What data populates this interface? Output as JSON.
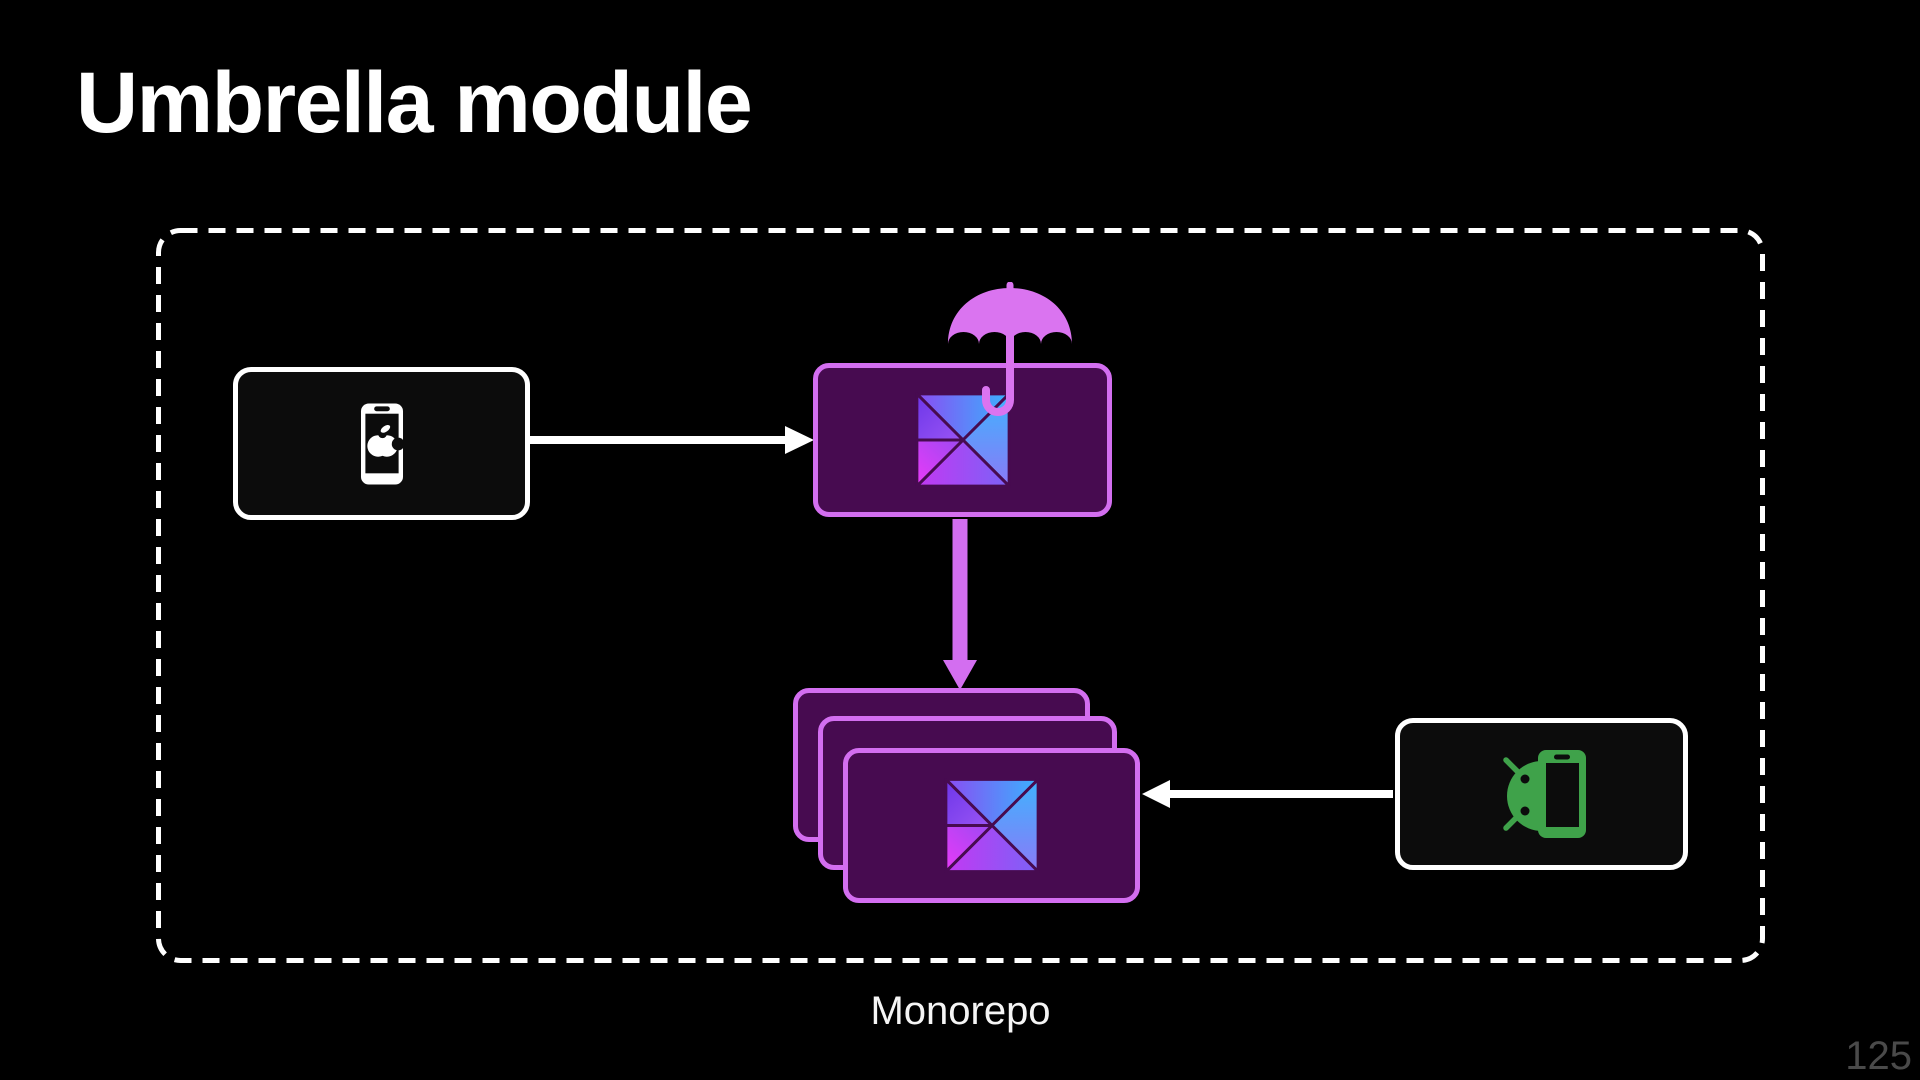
{
  "slide": {
    "title": "Umbrella module",
    "page_number": "125"
  },
  "diagram": {
    "boundary_label": "Monorepo",
    "nodes": [
      {
        "id": "ios-app",
        "type": "device",
        "icon": "apple-iphone-icon"
      },
      {
        "id": "umbrella-module",
        "type": "module",
        "icon": "kotlin-logo-icon",
        "decoration": "umbrella-icon"
      },
      {
        "id": "module-stack",
        "type": "module-stack",
        "icon": "kotlin-logo-icon",
        "stack_count": 3
      },
      {
        "id": "android-app",
        "type": "device",
        "icon": "android-phone-icon"
      }
    ],
    "edges": [
      {
        "from": "ios-app",
        "to": "umbrella-module",
        "color": "#ffffff"
      },
      {
        "from": "umbrella-module",
        "to": "module-stack",
        "color": "#d36ef0"
      },
      {
        "from": "android-app",
        "to": "module-stack",
        "color": "#ffffff"
      }
    ],
    "colors": {
      "background": "#000000",
      "accent_purple": "#d36ef0",
      "umbrella_purple": "#da74f0",
      "module_fill": "#470b50",
      "device_fill": "#0c0c0c",
      "device_border": "#ffffff",
      "boundary_dash": "#ffffff",
      "android_green": "#3fa24a",
      "kotlin_blue": "#3ab2fe",
      "kotlin_violet": "#8a4cf3",
      "kotlin_magenta": "#e93af8",
      "page_number_gray": "#4a4a4a"
    }
  }
}
